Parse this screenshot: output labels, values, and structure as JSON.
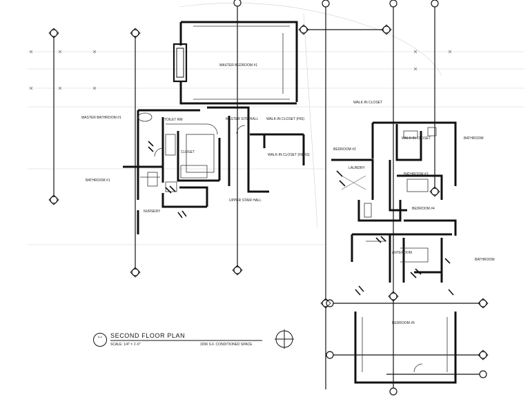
{
  "drawing": {
    "title": "SECOND FLOOR PLAN",
    "scale": "SCALE: 1/4\" = 1'-0\"",
    "area": "3296 S.F. CONDITIONED SPACE"
  },
  "rooms": {
    "master_bedroom": "MASTER BEDROOM #1",
    "master_bathroom": "MASTER BATHROOM #1",
    "toilet_rm": "TOILET RM",
    "master_site_hall": "MASTER SITE HALL",
    "walk_in_closet_his": "WALK-IN CLOSET (HIS)",
    "walk_in_closet_hers": "WALK-IN CLOSET (HERS)",
    "closet": "CLOSET",
    "bathroom_left": "BATHROOM #1",
    "nursery": "NURSERY",
    "upper_stair_hall": "UPPER STAIR HALL",
    "walk_in_closet_right": "WALK-IN CLOSET",
    "bedroom_2": "BEDROOM #2",
    "closet_right": "WALK-IN CLOSET",
    "bathroom_right1": "BATHROOM",
    "laundry": "LAUNDRY",
    "bathroom_right2": "BATHROOM #3",
    "bedroom_4": "BEDROOM #4",
    "anteroom": "ANTEROOM",
    "bathroom_right3": "BATHROOM",
    "bedroom_5": "BEDROOM #5"
  }
}
